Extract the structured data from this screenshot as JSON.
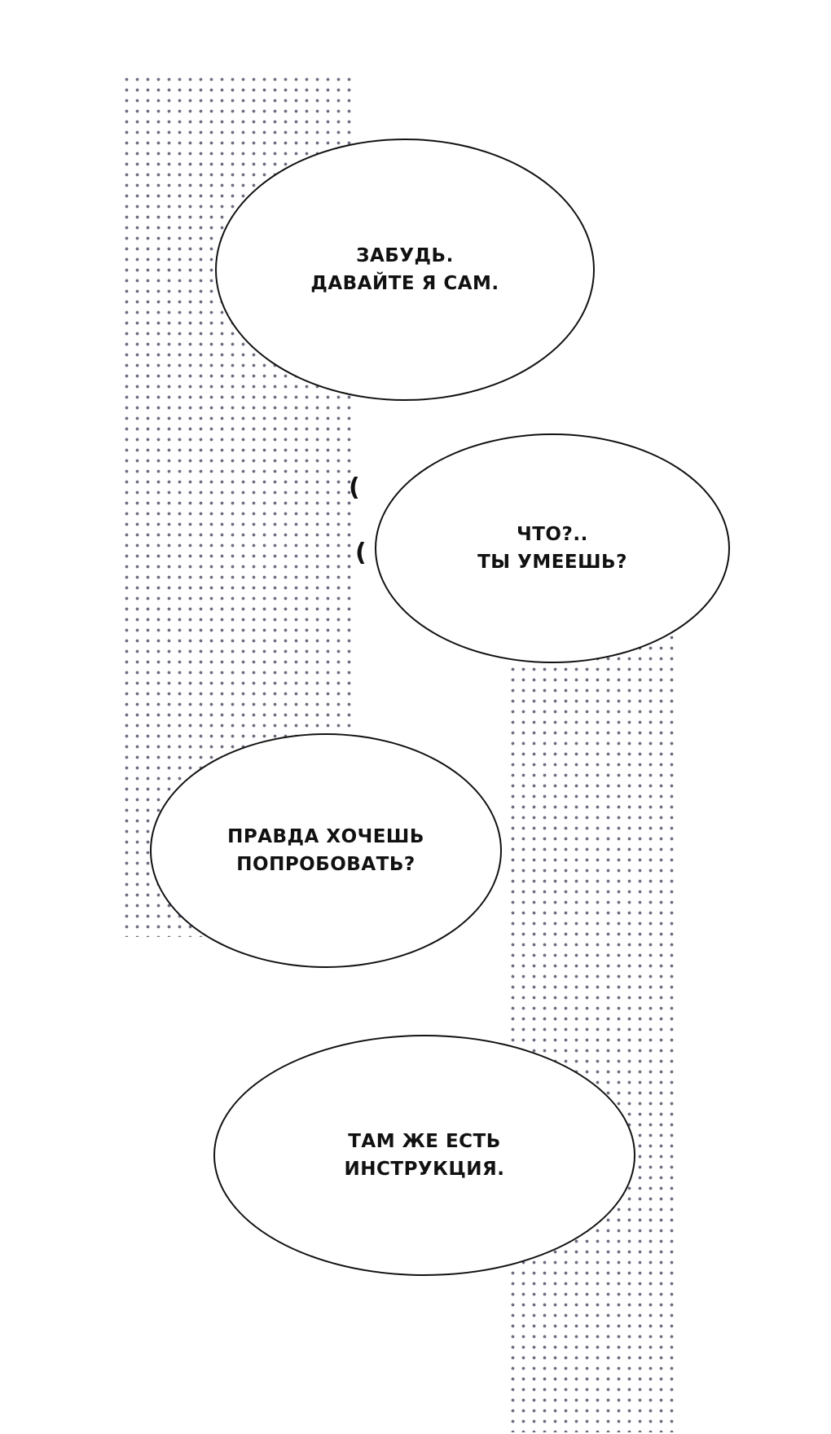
{
  "bubbles": [
    {
      "line1": "Забудь.",
      "line2": "Давайте я сам."
    },
    {
      "line1": "Что?..",
      "line2": "Ты умеешь?"
    },
    {
      "line1": "Правда хочешь",
      "line2": "попробовать?"
    },
    {
      "line1": "Там же есть",
      "line2": "инструкция."
    }
  ],
  "colors": {
    "ink": "#111111",
    "screentone": "#6b6b80",
    "paper": "#ffffff"
  }
}
